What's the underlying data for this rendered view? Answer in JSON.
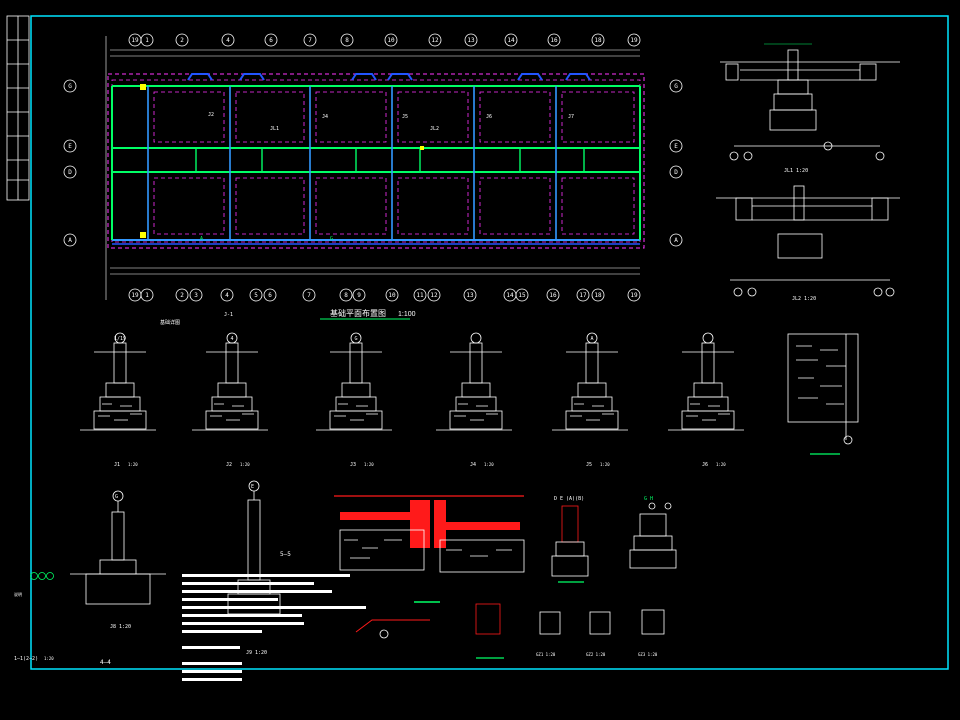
{
  "colors": {
    "background": "#000000",
    "frame": "#00e5ff",
    "line": "#ffffff",
    "wall_green": "#00ff66",
    "wall_blue": "#3399ff",
    "dashed_magenta": "#ff33ff",
    "beam_blue": "#2255ff",
    "section_red": "#ff1a1a",
    "highlight_yellow": "#ffff00"
  },
  "plan": {
    "title": "基础平面布置图",
    "scale": "1:100",
    "grid_top": [
      "19",
      "1",
      "2",
      "4",
      "6",
      "7",
      "8",
      "10",
      "12",
      "13",
      "14",
      "16",
      "18",
      "19"
    ],
    "grid_bottom": [
      "19",
      "1",
      "2",
      "3",
      "4",
      "5",
      "6",
      "7",
      "8",
      "9",
      "10",
      "11",
      "12",
      "13",
      "14",
      "15",
      "16",
      "17",
      "18",
      "19"
    ],
    "grid_left": [
      "G",
      "E",
      "D",
      "A"
    ],
    "grid_right": [
      "G",
      "E",
      "D",
      "A"
    ],
    "labels": [
      "J-1",
      "J2",
      "J4",
      "J5",
      "J6",
      "J7",
      "JL1",
      "JL2",
      "A",
      "G"
    ]
  },
  "details_row1": {
    "items": [
      {
        "grid": "1/19",
        "caption": "J1",
        "scale": "1:20"
      },
      {
        "grid": "4",
        "caption": "J2",
        "scale": "1:20"
      },
      {
        "grid": "G",
        "caption": "J3",
        "scale": "1:20"
      },
      {
        "grid": "",
        "caption": "J4",
        "scale": "1:20"
      },
      {
        "grid": "A",
        "caption": "J5",
        "scale": "1:20"
      },
      {
        "grid": "",
        "caption": "J6",
        "scale": "1:20"
      }
    ],
    "note": "基础详图"
  },
  "details_row2": {
    "items": [
      {
        "grid": "G",
        "caption": "J8",
        "scale": "1:20"
      },
      {
        "grid": "E",
        "caption": "J9",
        "scale": "1:20"
      },
      {
        "grid": "D E (A)(B)",
        "caption": "",
        "scale": ""
      },
      {
        "grid": "G H",
        "caption": "",
        "scale": ""
      }
    ],
    "section_tag": "5—5",
    "left_title": "4—4"
  },
  "right_details": {
    "top_caption": "JL1 1:20",
    "mid_caption": "JL2 1:20"
  },
  "small_sections": [
    "GZ1 1:20",
    "GZ2 1:20",
    "GZ3 1:20"
  ],
  "left_legend": [
    "1—1(2—2)",
    "说明",
    "1:20"
  ]
}
